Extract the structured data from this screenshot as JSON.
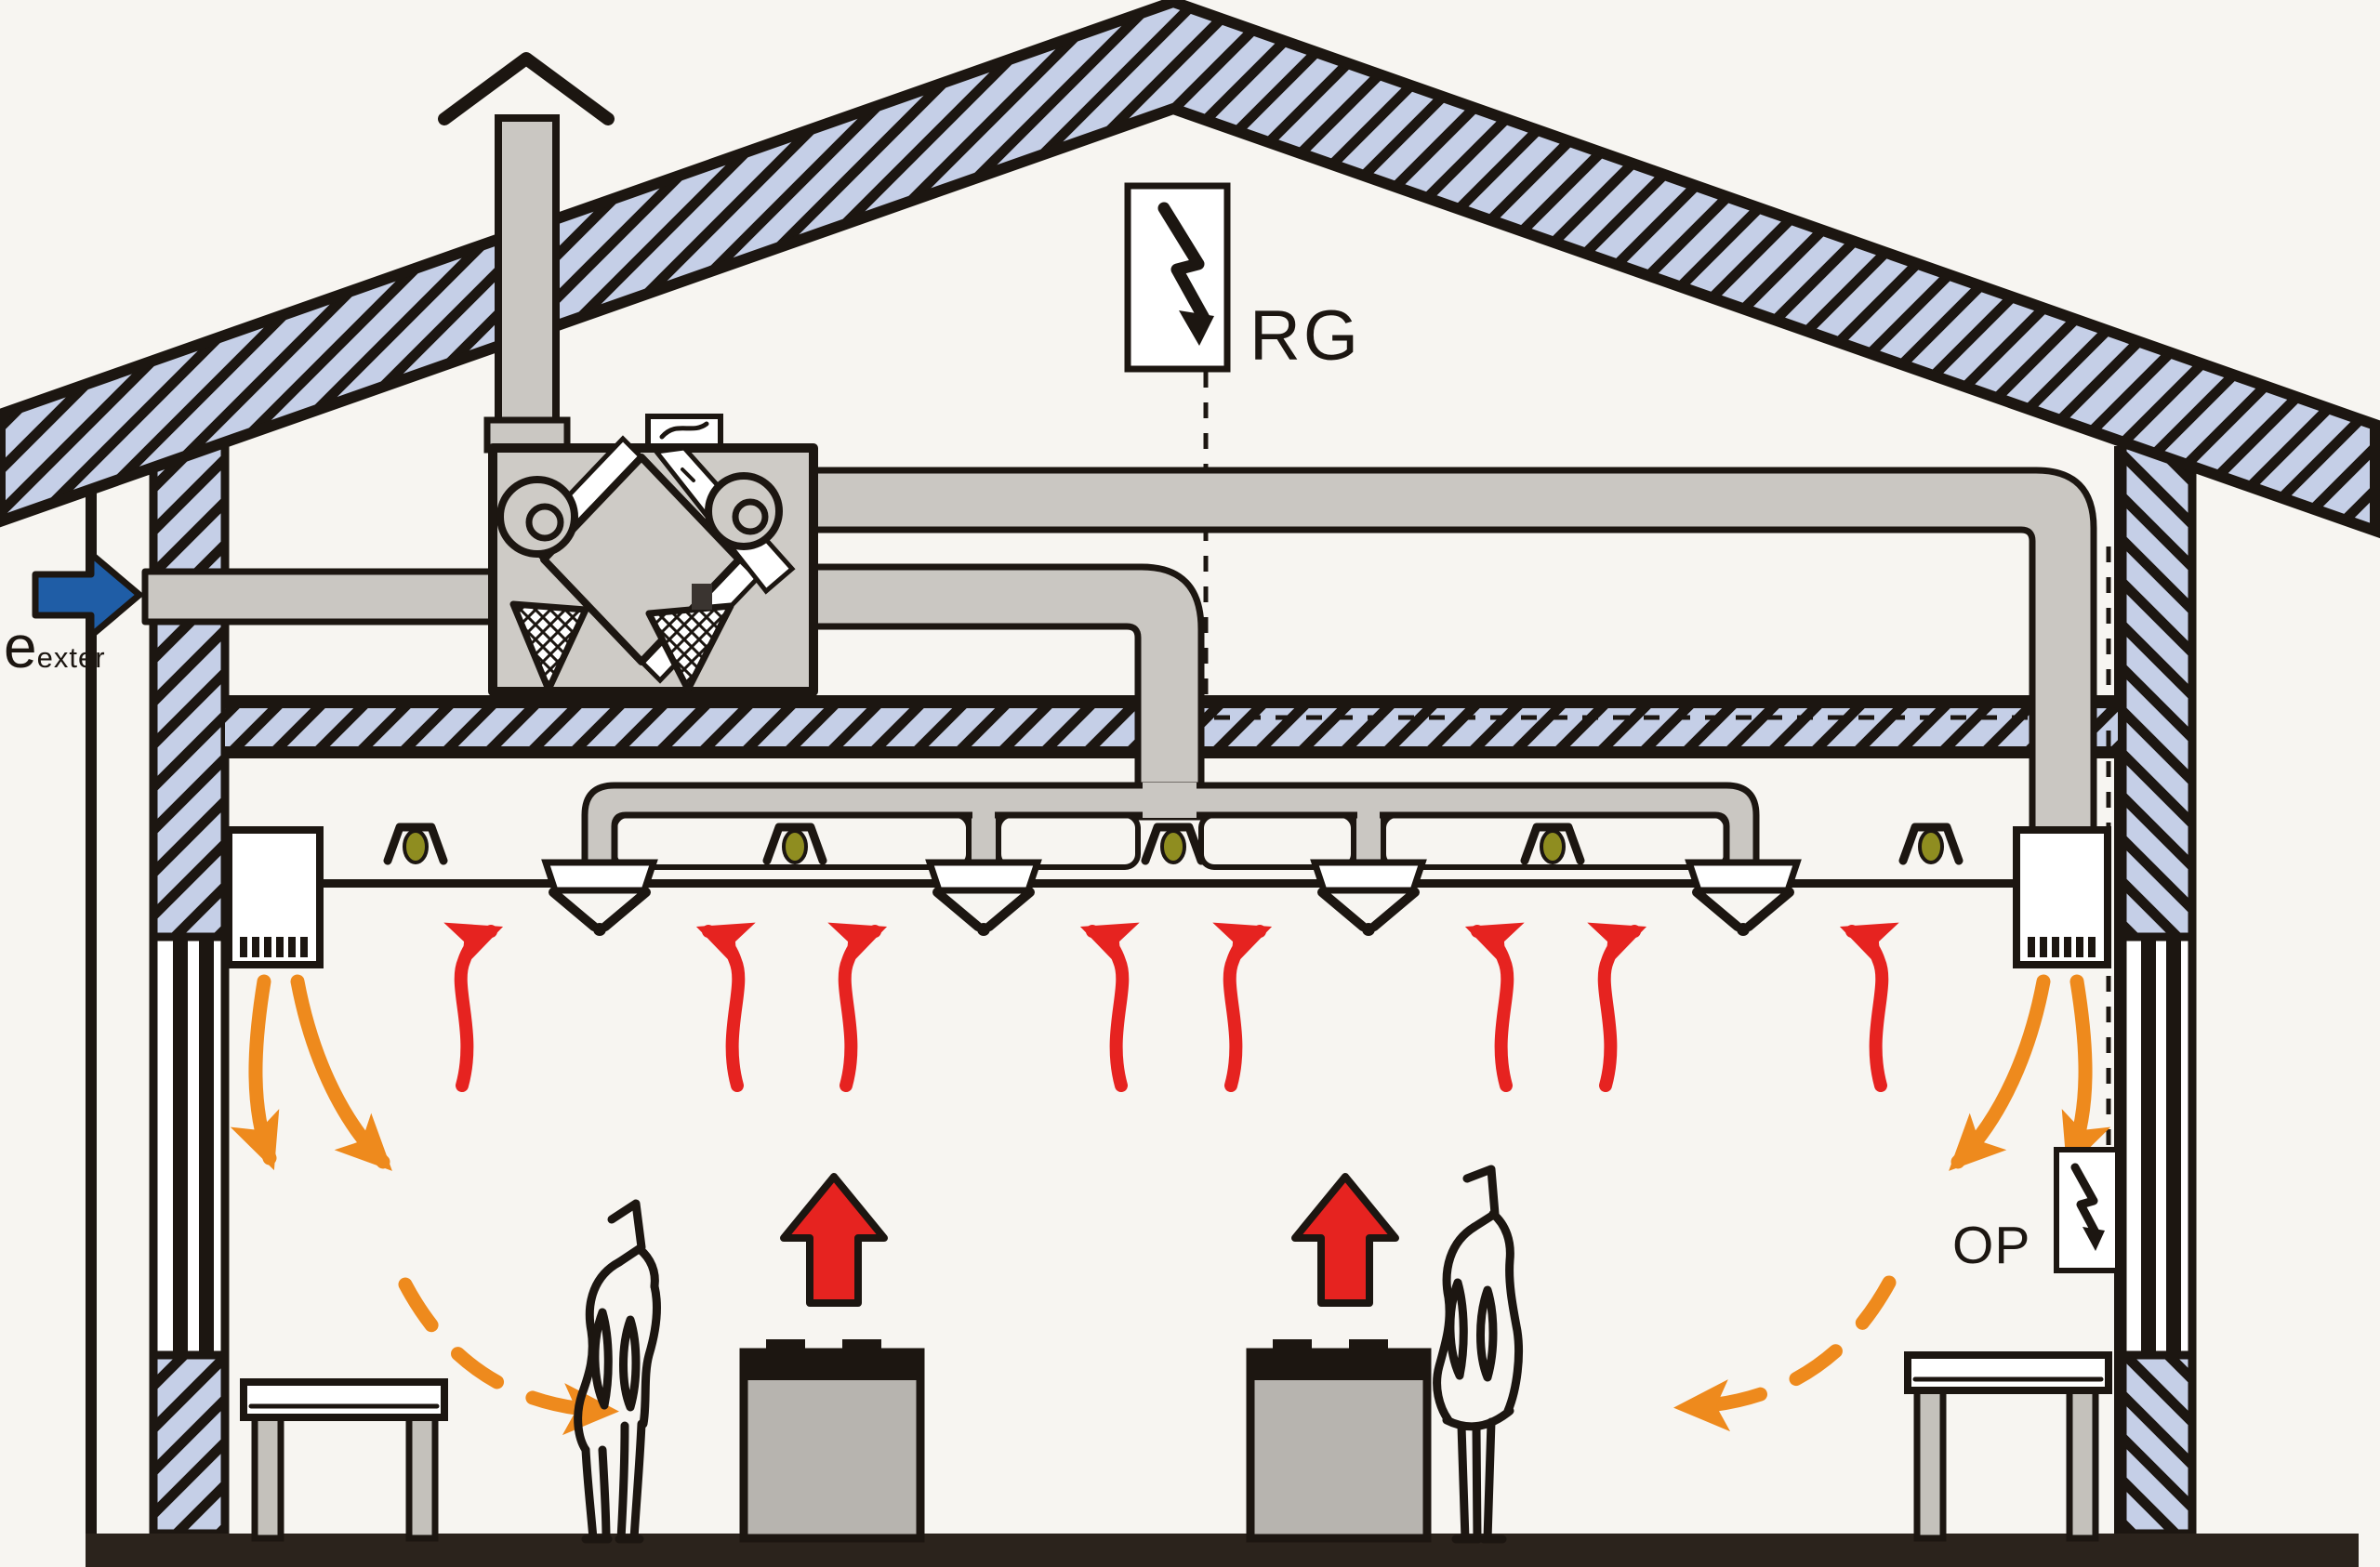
{
  "labels": {
    "rg": "RG",
    "op": "OP",
    "outside_air_symbol": "e",
    "outside_air_subscript": "exter"
  },
  "colors": {
    "background": "#f7f5f1",
    "line": "#1c1611",
    "hatch_fill": "#c5cfe7",
    "duct": "#cac7c2",
    "unit": "#cecbc6",
    "machine": "#b7b4af",
    "red": "#e62320",
    "orange": "#ee8a1d",
    "blue": "#1f5da6",
    "olive": "#8f8d20",
    "floor": "#2b231c",
    "table_leg": "#c4c1bb"
  },
  "icons": {
    "roof_exhaust": "chevron-up-icon",
    "rg_symbol": "lightning-bolt-down-icon",
    "op_symbol": "lightning-bolt-down-icon",
    "outside_air": "blue-right-arrow-icon",
    "extract_air": "red-curved-up-arrow-icon",
    "heat_plume": "red-block-up-arrow-icon",
    "supply_air": "orange-curved-down-arrow-icon",
    "room_circulation": "orange-dashed-arc-arrow-icon",
    "ceiling_light": "lamp-icon",
    "ceiling_diffuser": "cone-diffuser-icon"
  },
  "counts": {
    "ceiling_diffusers": 4,
    "ceiling_lamps": 5,
    "extract_air_arrows": 8,
    "supply_air_arrows": 4,
    "dashed_circulation_arrows": 2,
    "heat_plume_arrows": 2,
    "machines": 2,
    "people": 2,
    "tables": 2
  }
}
